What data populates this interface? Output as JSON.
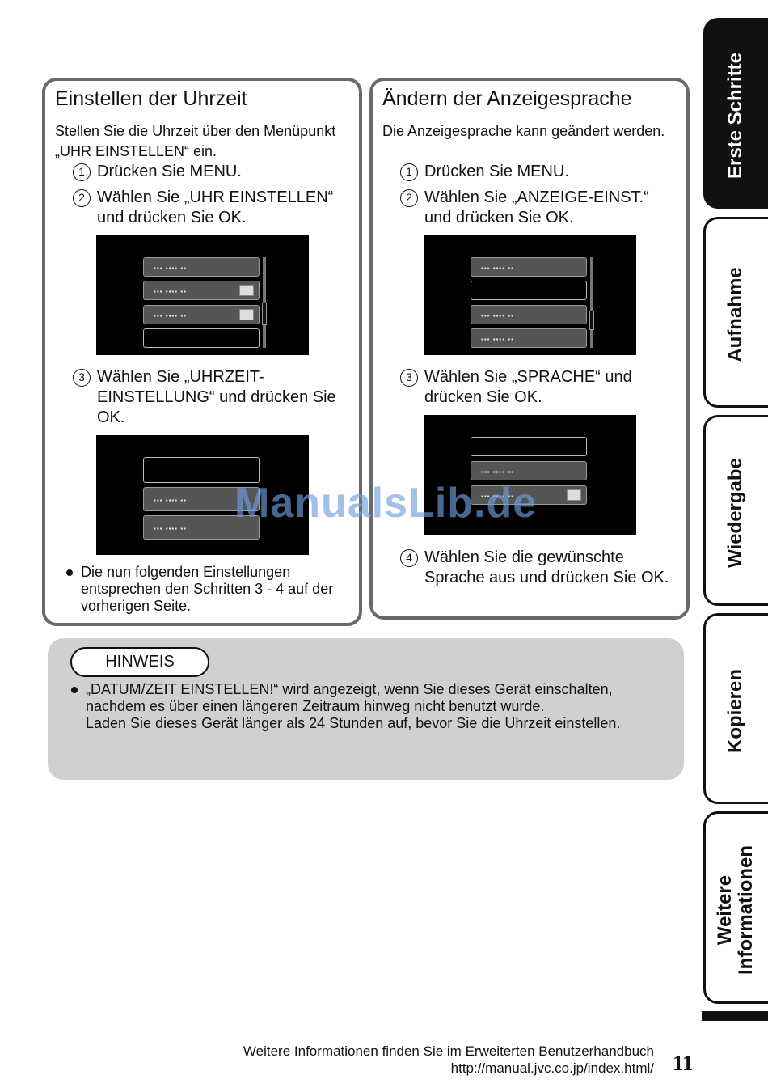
{
  "left_box": {
    "title": "Einstellen der Uhrzeit",
    "intro": "Stellen Sie die Uhrzeit über den Menüpunkt „UHR EINSTELLEN“ ein.",
    "steps": [
      {
        "num": "1",
        "text": "Drücken Sie MENU."
      },
      {
        "num": "2",
        "text": "Wählen Sie „UHR EINSTELLEN“ und drücken Sie OK."
      },
      {
        "num": "3",
        "text": "Wählen Sie „UHRZEIT-EINSTELLUNG“ und drücken Sie OK."
      }
    ],
    "note": "Die nun folgenden Einstellungen entsprechen den Schritten 3 - 4 auf der vorherigen Seite."
  },
  "right_box": {
    "title": "Ändern der Anzeigesprache",
    "intro": "Die Anzeigesprache kann geändert werden.",
    "steps": [
      {
        "num": "1",
        "text": "Drücken Sie MENU."
      },
      {
        "num": "2",
        "text": "Wählen Sie „ANZEIGE-EINST.“ und drücken Sie OK."
      },
      {
        "num": "3",
        "text": "Wählen Sie „SPRACHE“ und drücken Sie OK."
      },
      {
        "num": "4",
        "text": "Wählen Sie die gewünschte Sprache aus und drücken Sie OK."
      }
    ]
  },
  "menu_item_placeholder": "▪▪▪ ▪▪▪▪ ▪▪",
  "watermark": "ManualsLib.de",
  "hinweis": {
    "label": "HINWEIS",
    "line1": "„DATUM/ZEIT EINSTELLEN!“ wird angezeigt, wenn Sie dieses Gerät einschalten, nachdem es über einen längeren Zeitraum hinweg nicht benutzt wurde.",
    "line2": "Laden Sie dieses Gerät länger als 24 Stunden auf, bevor Sie die Uhrzeit einstellen."
  },
  "tabs": [
    {
      "label": "Erste Schritte",
      "active": true
    },
    {
      "label": "Aufnahme",
      "active": false
    },
    {
      "label": "Wiedergabe",
      "active": false
    },
    {
      "label": "Kopieren",
      "active": false
    },
    {
      "label": "Weitere Informationen",
      "active": false
    }
  ],
  "footer": {
    "line1": "Weitere Informationen finden Sie im Erweiterten Benutzerhandbuch",
    "line2": "http://manual.jvc.co.jp/index.html/",
    "page_number": "11"
  }
}
